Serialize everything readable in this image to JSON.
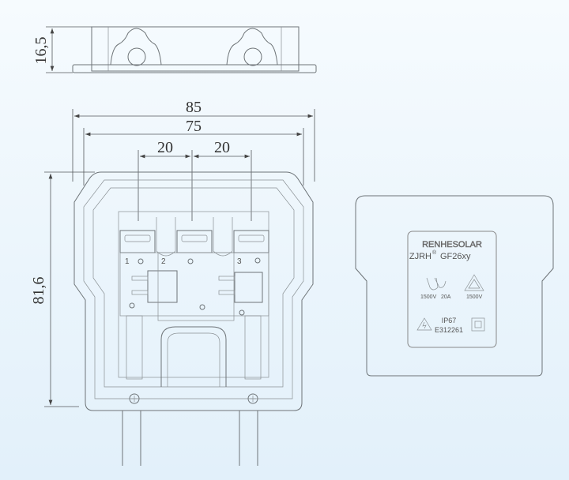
{
  "dimensions": {
    "height_side": "16,5",
    "width_outer": "85",
    "width_inner": "75",
    "pitch_left": "20",
    "pitch_right": "20",
    "height_front": "81,6"
  },
  "terminals": [
    "1",
    "2",
    "3"
  ],
  "label": {
    "brand": "RENHESOLAR",
    "model_prefix": "ZJRH",
    "registered": "®",
    "model": "GF26xy",
    "ul_rating_voltage": "1500V",
    "ul_rating_current": "20A",
    "tuv_voltage": "1500V",
    "ip_rating": "IP67",
    "file_number": "E312261"
  }
}
